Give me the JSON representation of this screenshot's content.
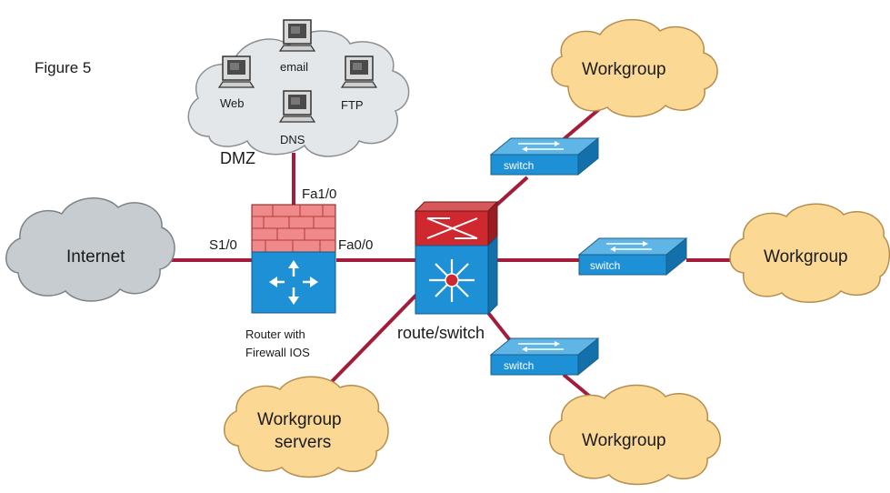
{
  "figure_title": "Figure 5",
  "colors": {
    "link": "#a31d3a",
    "cloud_yellow": "#fbd995",
    "cloud_gray": "#c7ccd0",
    "cloud_dmz": "#e4e7ea",
    "device_blue": "#1e90d6",
    "switch_top": "#5fb6e6"
  },
  "dmz": {
    "label": "DMZ",
    "servers": {
      "web": "Web",
      "email": "email",
      "ftp": "FTP",
      "dns": "DNS"
    }
  },
  "internet": {
    "label": "Internet"
  },
  "router": {
    "label_line1": "Router with",
    "label_line2": "Firewall IOS",
    "port_s10": "S1/0",
    "port_fa10": "Fa1/0",
    "port_fa00": "Fa0/0"
  },
  "route_switch": {
    "label": "route/switch"
  },
  "switches": {
    "label": "switch"
  },
  "workgroups": {
    "top": "Workgroup",
    "right": "Workgroup",
    "bottom": "Workgroup",
    "servers_line1": "Workgroup",
    "servers_line2": "servers"
  }
}
